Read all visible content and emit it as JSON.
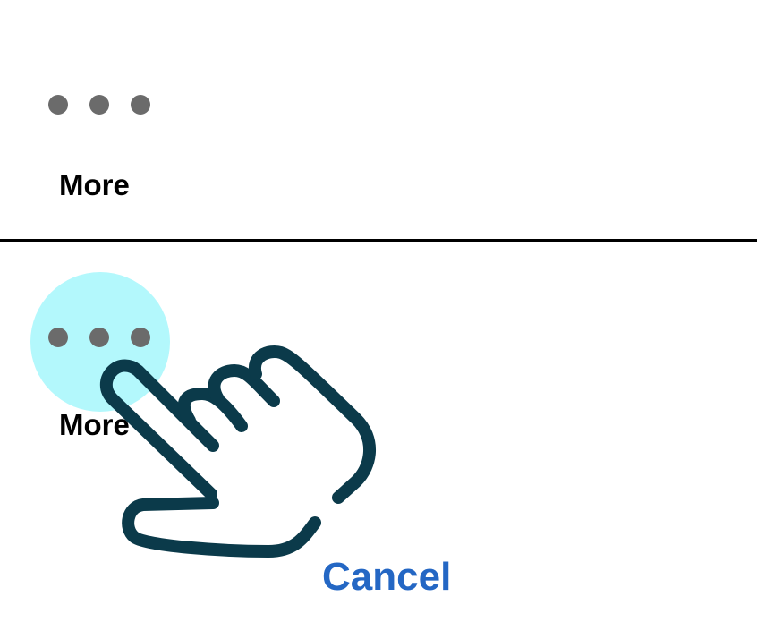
{
  "top_panel": {
    "more_label": "More"
  },
  "bottom_panel": {
    "more_label": "More"
  },
  "cancel_label": "Cancel",
  "icons": {
    "more": "more-horizontal-icon",
    "hand": "tap-hand-icon"
  },
  "colors": {
    "dot": "#6b6b6b",
    "highlight": "#b3f8fc",
    "hand_stroke": "#0b3a4a",
    "cancel": "#2467c4",
    "divider": "#000000"
  }
}
